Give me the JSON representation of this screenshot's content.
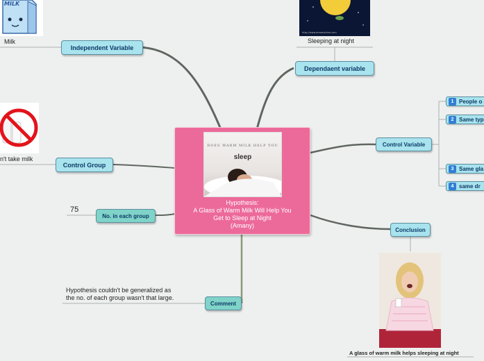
{
  "center": {
    "image_caption_top": "DOES WARM MILK HELP YOU",
    "image_caption_main": "sleep",
    "text_lines": [
      "Hypothesis:",
      "A Glass of Warm Milk Will Help You",
      "Get to Sleep at Night",
      "(Amany)"
    ]
  },
  "nodes": {
    "independent": "Independent Variable",
    "dependent": "Dependaent variable",
    "control_variable": "Control Variable",
    "control_group": "Control Group",
    "no_in_group": "No. in each group",
    "conclusion": "Conclusion",
    "comment": "Comment"
  },
  "labels": {
    "milk": "Milk",
    "sleeping_at_night": "Sleeping at night",
    "dont_take_milk": "n't take milk",
    "count": "75",
    "comment_line1": "Hypothesis couldn't be generalized as",
    "comment_line2": "the no. of each group wasn't that large.",
    "conclusion_caption": "A glass of warm milk helps sleeping at night",
    "carton_text": "MILK",
    "url_text": "http://www.dreamstime.com"
  },
  "control_items": [
    {
      "num": "1",
      "label": "People o"
    },
    {
      "num": "2",
      "label": "Same typ"
    },
    {
      "num": "3",
      "label": "Same gla"
    },
    {
      "num": "4",
      "label": "same dr"
    }
  ]
}
